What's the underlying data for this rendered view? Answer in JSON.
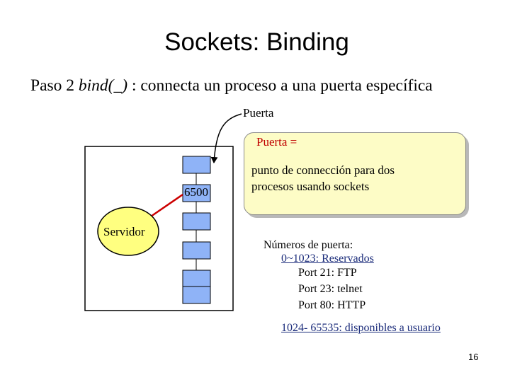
{
  "title": "Sockets: Binding",
  "subtitle": {
    "prefix": "Paso 2 ",
    "function": "bind(_)",
    "suffix": " : connecta un proceso a una puerta específica"
  },
  "diagram": {
    "port_label": "Puerta",
    "port_number": "6500",
    "server_label": "Servidor",
    "port_count": 6
  },
  "callout": {
    "title": "Puerta =",
    "body_line1": "punto de connección para dos",
    "body_line2": "procesos usando sockets"
  },
  "port_numbers": {
    "title": "Números de puerta:",
    "reserved": "0~1023: Reservados",
    "well_known": [
      "Port 21: FTP",
      "Port 23: telnet",
      "Port 80: HTTP"
    ],
    "user_range": "1024- 65535: disponibles a usuario"
  },
  "colors": {
    "port_box": "#8fb3f7",
    "server_fill": "#ffff80",
    "link_red": "#cc0000",
    "callout_fill": "#fdfcc6",
    "callout_title": "#c00000",
    "link_blue": "#1a2b7a"
  },
  "slide_number": "16"
}
